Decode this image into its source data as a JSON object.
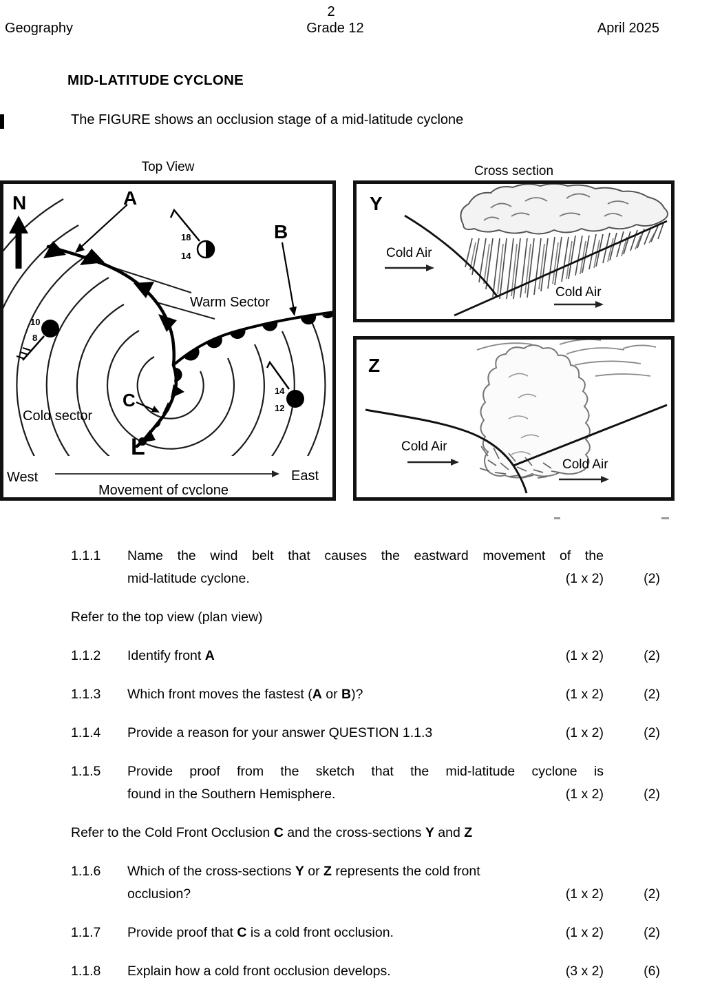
{
  "page": {
    "number": "2"
  },
  "header": {
    "left": "Geography",
    "center": "Grade 12",
    "right": "April 2025"
  },
  "title": "MID-LATITUDE CYCLONE",
  "intro": "The FIGURE shows an occlusion stage of a mid-latitude cyclone",
  "figures": {
    "top_view": {
      "title": "Top View",
      "north": "N",
      "a": "A",
      "b": "B",
      "c": "C",
      "low": "L",
      "warm_sector": "Warm Sector",
      "cold_sector": "Cold sector",
      "west": "West",
      "east": "East",
      "movement": "Movement of cyclone",
      "station_top": {
        "upper": "18",
        "lower": "14"
      },
      "station_left": {
        "upper": "10",
        "lower": "8"
      },
      "station_right": {
        "upper": "14",
        "lower": "12"
      }
    },
    "cross_section": {
      "title": "Cross section",
      "y_label": "Y",
      "z_label": "Z",
      "y_cold_left": "Cold Air",
      "y_cold_right": "Cold Air",
      "z_cold_left": "Cold Air",
      "z_cold_right": "Cold Air"
    }
  },
  "instructions": {
    "refer_top_view": "Refer to the top view (plan view)",
    "refer_occlusion": {
      "p1": "Refer to the Cold Front Occlusion ",
      "b1": "C",
      "p2": " and the cross-sections ",
      "b2": "Y",
      "p3": " and ",
      "b3": "Z"
    }
  },
  "questions": {
    "q111": {
      "num": "1.1.1",
      "line1": "Name the wind belt that causes the eastward movement of the",
      "line2": "mid-latitude cyclone.",
      "m1": "(1 x 2)",
      "m2": "(2)"
    },
    "q112": {
      "num": "1.1.2",
      "p1": "Identify front ",
      "b1": "A",
      "m1": "(1 x 2)",
      "m2": "(2)"
    },
    "q113": {
      "num": "1.1.3",
      "p1": "Which front moves the fastest (",
      "b1": "A",
      "p2": " or ",
      "b2": "B",
      "p3": ")?",
      "m1": "(1 x 2)",
      "m2": "(2)"
    },
    "q114": {
      "num": "1.1.4",
      "p1": "Provide a reason for your answer QUESTION 1.1.3",
      "m1": "(1 x 2)",
      "m2": "(2)"
    },
    "q115": {
      "num": "1.1.5",
      "line1": "Provide proof from the sketch that the mid-latitude cyclone is",
      "line2": "found in the Southern Hemisphere.",
      "m1": "(1 x 2)",
      "m2": "(2)"
    },
    "q116": {
      "num": "1.1.6",
      "l1p1": "Which of the cross-sections ",
      "l1b1": "Y",
      "l1p2": " or ",
      "l1b2": "Z",
      "l1p3": " represents the cold front",
      "line2": "occlusion?",
      "m1": "(1 x 2)",
      "m2": "(2)"
    },
    "q117": {
      "num": "1.1.7",
      "p1": "Provide proof that ",
      "b1": "C",
      "p2": " is a cold front occlusion.",
      "m1": "(1 x 2)",
      "m2": "(2)"
    },
    "q118": {
      "num": "1.1.8",
      "p1": "Explain how a cold front occlusion develops.",
      "m1": "(3 x 2)",
      "m2": "(6)"
    }
  }
}
